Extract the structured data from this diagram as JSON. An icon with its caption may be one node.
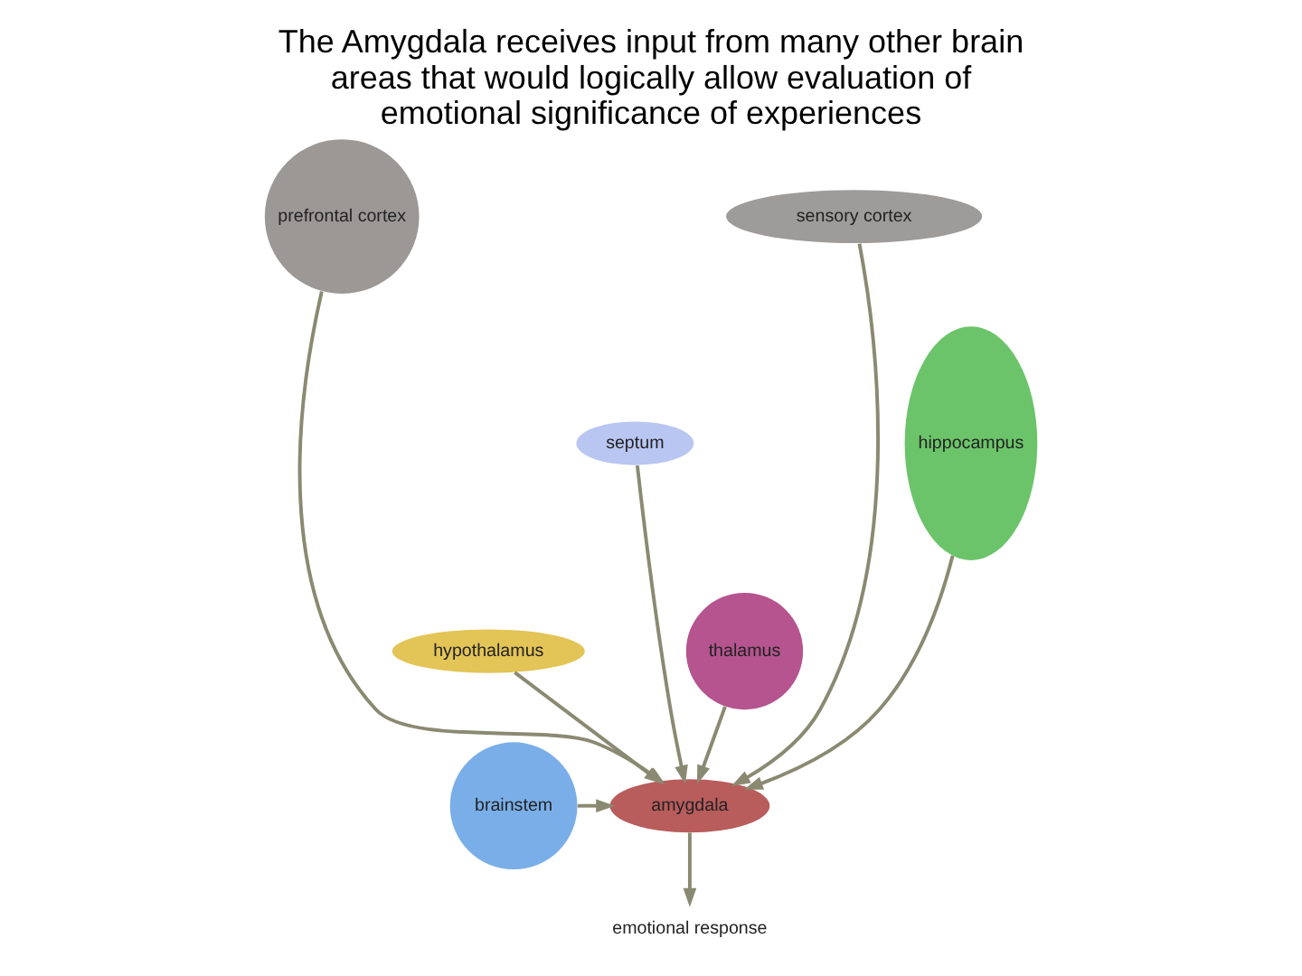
{
  "diagram": {
    "title": "The Amygdala receives input from many other brain areas that would logically allow evaluation of emotional significance of experiences",
    "nodes": [
      {
        "text": [
          "prefrontal cortex"
        ]
      },
      {
        "text": [
          "sensory cortex"
        ]
      },
      {
        "text": [
          "hippocampus"
        ]
      },
      {
        "text": [
          "septum"
        ]
      },
      {
        "text": [
          "thalamus"
        ]
      },
      {
        "text": [
          "hypothalamus"
        ]
      },
      {
        "text": [
          "brainstem"
        ]
      },
      {
        "text": [
          "amygdala"
        ]
      },
      {
        "text": [
          "emotional response"
        ]
      }
    ],
    "edges": [
      {
        "from": 0,
        "to": 7,
        "arrow": "to"
      },
      {
        "from": 5,
        "to": 7,
        "arrow": "to"
      },
      {
        "from": 3,
        "to": 7,
        "arrow": "to"
      },
      {
        "from": 4,
        "to": 7,
        "arrow": "to"
      },
      {
        "from": 1,
        "to": 7,
        "arrow": "to"
      },
      {
        "from": 2,
        "to": 7,
        "arrow": "to"
      },
      {
        "from": 6,
        "to": 7,
        "arrow": "to"
      },
      {
        "from": 7,
        "to": 8,
        "arrow": "to"
      }
    ]
  }
}
